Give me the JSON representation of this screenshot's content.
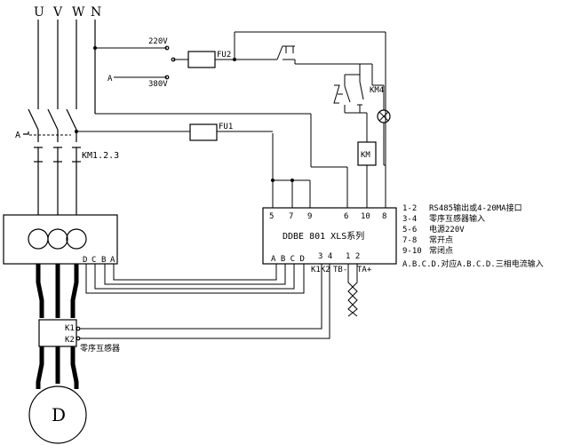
{
  "phases": {
    "u": "U",
    "v": "V",
    "w": "W",
    "n": "N"
  },
  "voltages": {
    "v220": "220V",
    "v380": "380V",
    "a_label": "A"
  },
  "fuses": {
    "fu1": "FU1",
    "fu2": "FU2"
  },
  "contactors": {
    "km4": "KM4",
    "km": "KM",
    "km123": "KM1.2.3"
  },
  "breaker_label": "A",
  "ct_labels": {
    "d": "D",
    "c": "C",
    "b": "B",
    "a": "A"
  },
  "relay": {
    "top_terminals": [
      "5",
      "7",
      "9",
      "6",
      "10",
      "8"
    ],
    "title": "DDBE 801  XLS系列",
    "bottom_abcd": "A B C D",
    "bottom_34": "3 4",
    "bottom_12": "1 2",
    "k1k2": "K1K2",
    "tb": "TB-",
    "ta": "TA+"
  },
  "zero_seq": {
    "k1": "K1",
    "k2": "K2",
    "label": "零序互感器"
  },
  "motor": "D",
  "legend": [
    {
      "key": "1-2",
      "desc": "RS485输出或4-20MA接口"
    },
    {
      "key": "3-4",
      "desc": "零序互感器输入"
    },
    {
      "key": "5-6",
      "desc": "电源220V"
    },
    {
      "key": "7-8",
      "desc": "常开点"
    },
    {
      "key": "9-10",
      "desc": "常闭点"
    },
    {
      "key": "",
      "desc": "A.B.C.D.对应A.B.C.D.三相电流输入"
    }
  ]
}
